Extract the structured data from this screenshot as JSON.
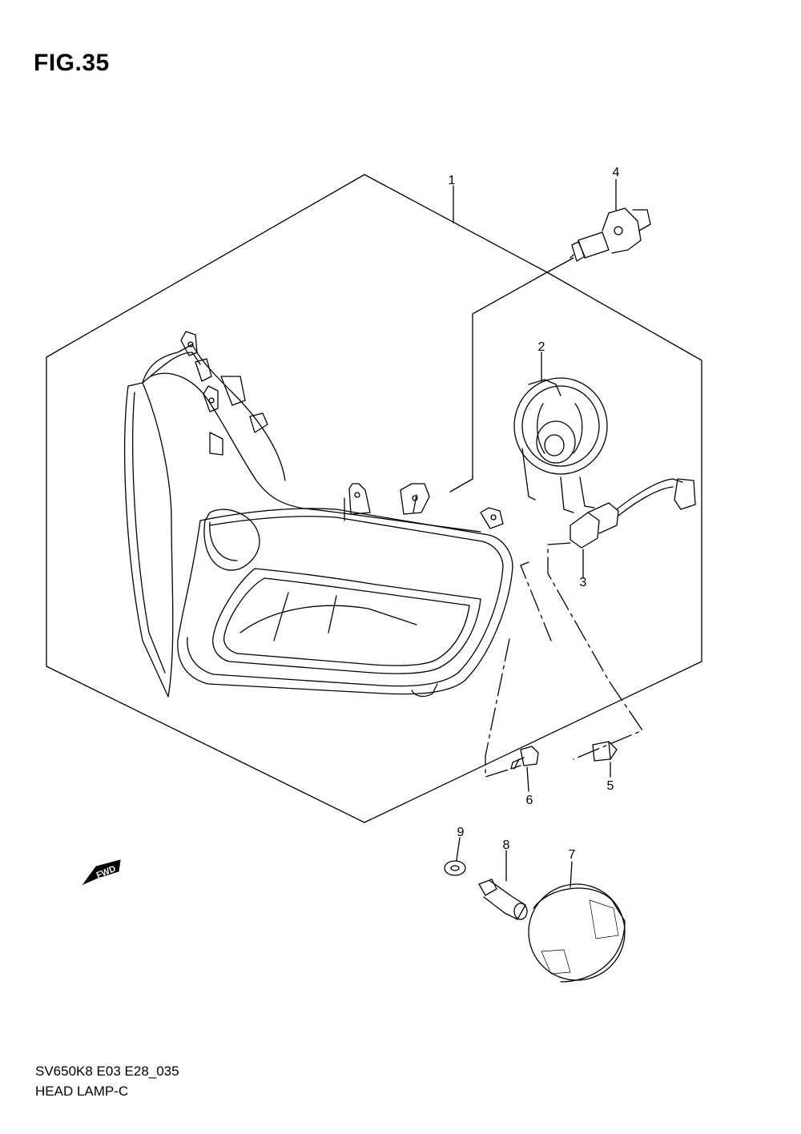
{
  "figure": {
    "title": "FIG.35"
  },
  "callouts": [
    {
      "id": "1",
      "label": "1"
    },
    {
      "id": "2",
      "label": "2"
    },
    {
      "id": "3",
      "label": "3"
    },
    {
      "id": "4",
      "label": "4"
    },
    {
      "id": "5",
      "label": "5"
    },
    {
      "id": "6",
      "label": "6"
    },
    {
      "id": "7",
      "label": "7"
    },
    {
      "id": "8",
      "label": "8"
    },
    {
      "id": "9",
      "label": "9"
    }
  ],
  "fwd_arrow": {
    "label": "FWD"
  },
  "footer": {
    "model_code": "SV650K8 E03 E28_035",
    "section_name": "HEAD LAMP-C"
  }
}
